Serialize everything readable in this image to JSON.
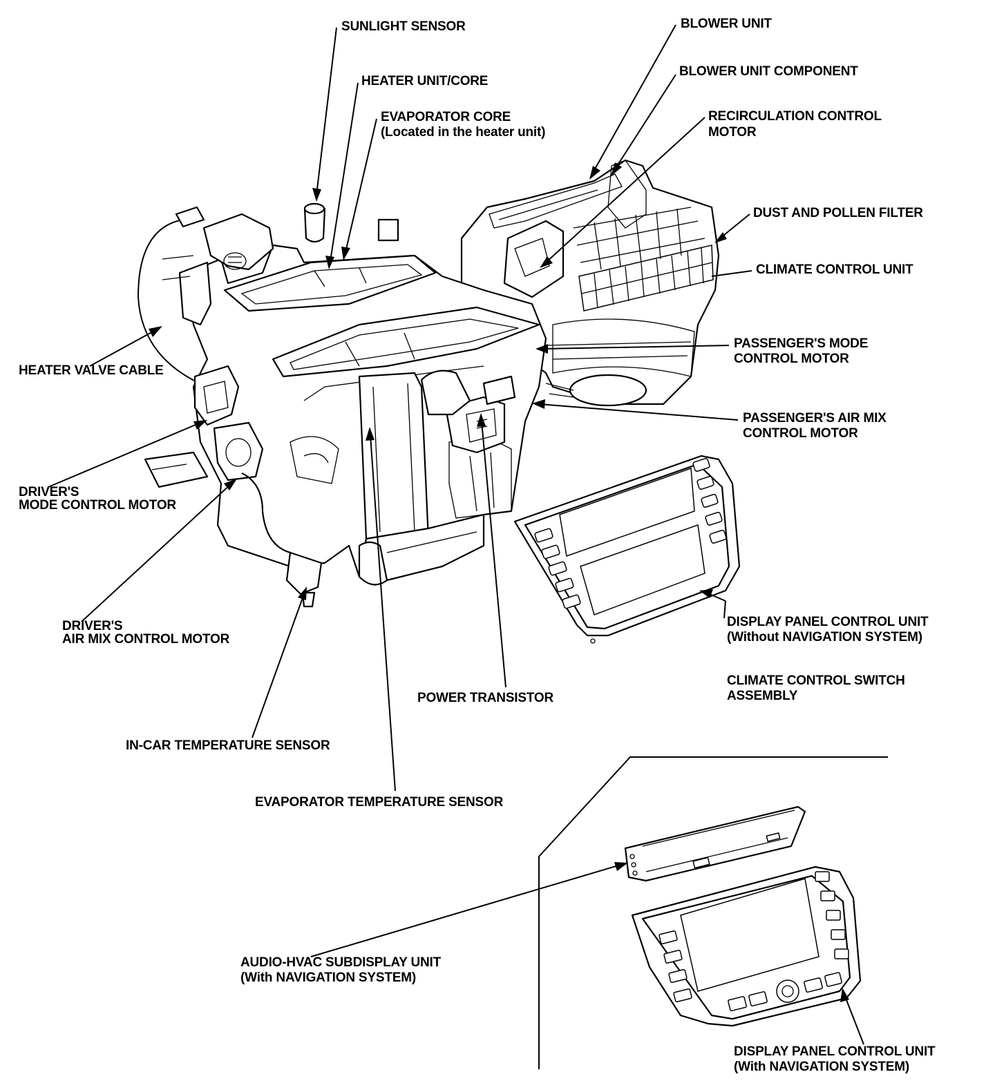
{
  "labels": {
    "sunlight_sensor": "SUNLIGHT SENSOR",
    "heater_unit_core": "HEATER UNIT/CORE",
    "evaporator_core": "EVAPORATOR CORE",
    "evaporator_core_note": "(Located in the heater unit)",
    "blower_unit": "BLOWER UNIT",
    "blower_unit_component": "BLOWER UNIT COMPONENT",
    "recirculation_line1": "RECIRCULATION CONTROL",
    "recirculation_line2": "MOTOR",
    "dust_pollen_filter": "DUST AND POLLEN FILTER",
    "climate_control_unit": "CLIMATE CONTROL UNIT",
    "pass_mode_line1": "PASSENGER'S MODE",
    "pass_mode_line2": "CONTROL MOTOR",
    "pass_airmix_line1": "PASSENGER'S AIR MIX",
    "pass_airmix_line2": "CONTROL MOTOR",
    "heater_valve_cable": "HEATER VALVE CABLE",
    "drv_mode_line1": "DRIVER'S",
    "drv_mode_line2": "MODE CONTROL MOTOR",
    "drv_airmix_line1": "DRIVER'S",
    "drv_airmix_line2": "AIR MIX CONTROL MOTOR",
    "display_wo_nav_line1": "DISPLAY PANEL CONTROL UNIT",
    "display_wo_nav_line2": "(Without NAVIGATION SYSTEM)",
    "switch_assy_line1": "CLIMATE CONTROL SWITCH",
    "switch_assy_line2": "ASSEMBLY",
    "power_transistor": "POWER TRANSISTOR",
    "incar_temp_sensor": "IN-CAR TEMPERATURE SENSOR",
    "evap_temp_sensor": "EVAPORATOR TEMPERATURE SENSOR",
    "subdisplay_line1": "AUDIO-HVAC SUBDISPLAY UNIT",
    "subdisplay_line2": "(With NAVIGATION SYSTEM)",
    "display_nav_line1": "DISPLAY PANEL CONTROL UNIT",
    "display_nav_line2": "(With NAVIGATION SYSTEM)"
  }
}
